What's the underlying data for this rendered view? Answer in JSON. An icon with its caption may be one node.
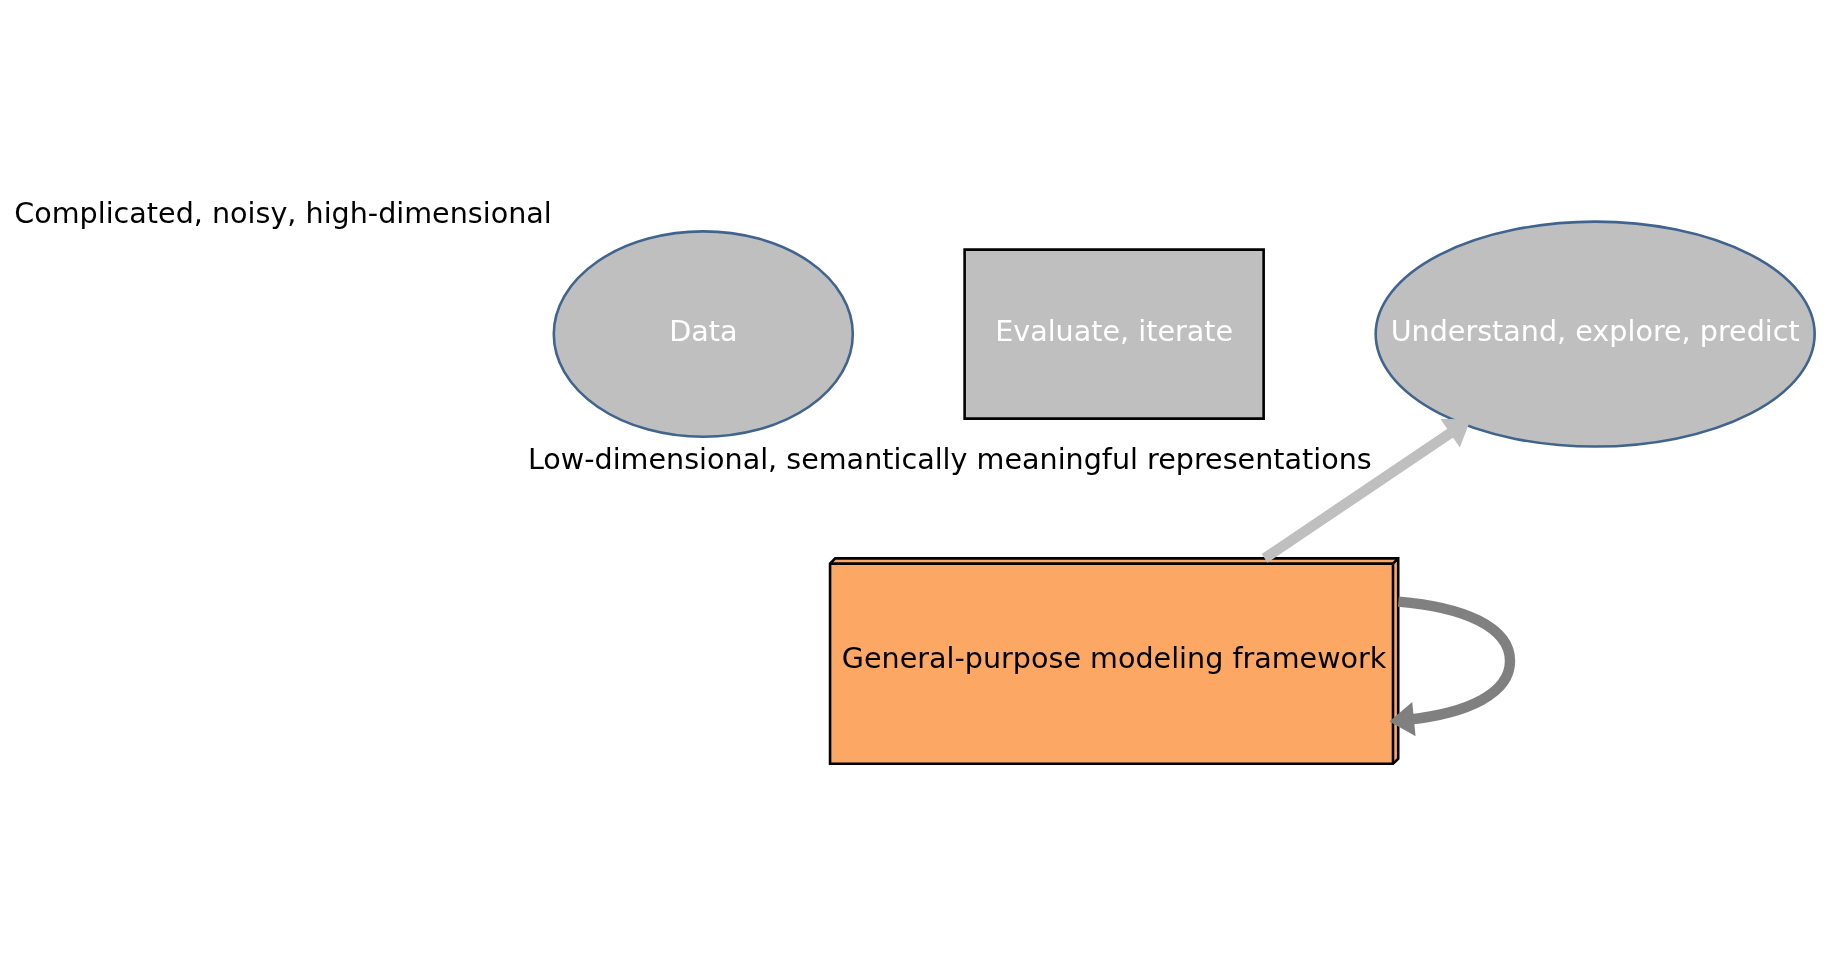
{
  "diagram": {
    "nodes": [
      {
        "text": [
          "Data"
        ],
        "beside": [
          "Complicated, noisy, high-dimensional"
        ]
      },
      {
        "text": [
          "Evaluate, iterate"
        ]
      },
      {
        "text": [
          "Understand, explore, predict"
        ],
        "beside": [
          "Low-dimensional, semantically meaningful representations"
        ]
      },
      {
        "text": [
          "General-purpose modeling framework"
        ]
      }
    ],
    "edges": [
      {
        "from": 3,
        "to": 3,
        "arrow": "to",
        "color": "#808080"
      },
      {
        "from": 3,
        "to": 2,
        "arrow": "to"
      }
    ]
  }
}
